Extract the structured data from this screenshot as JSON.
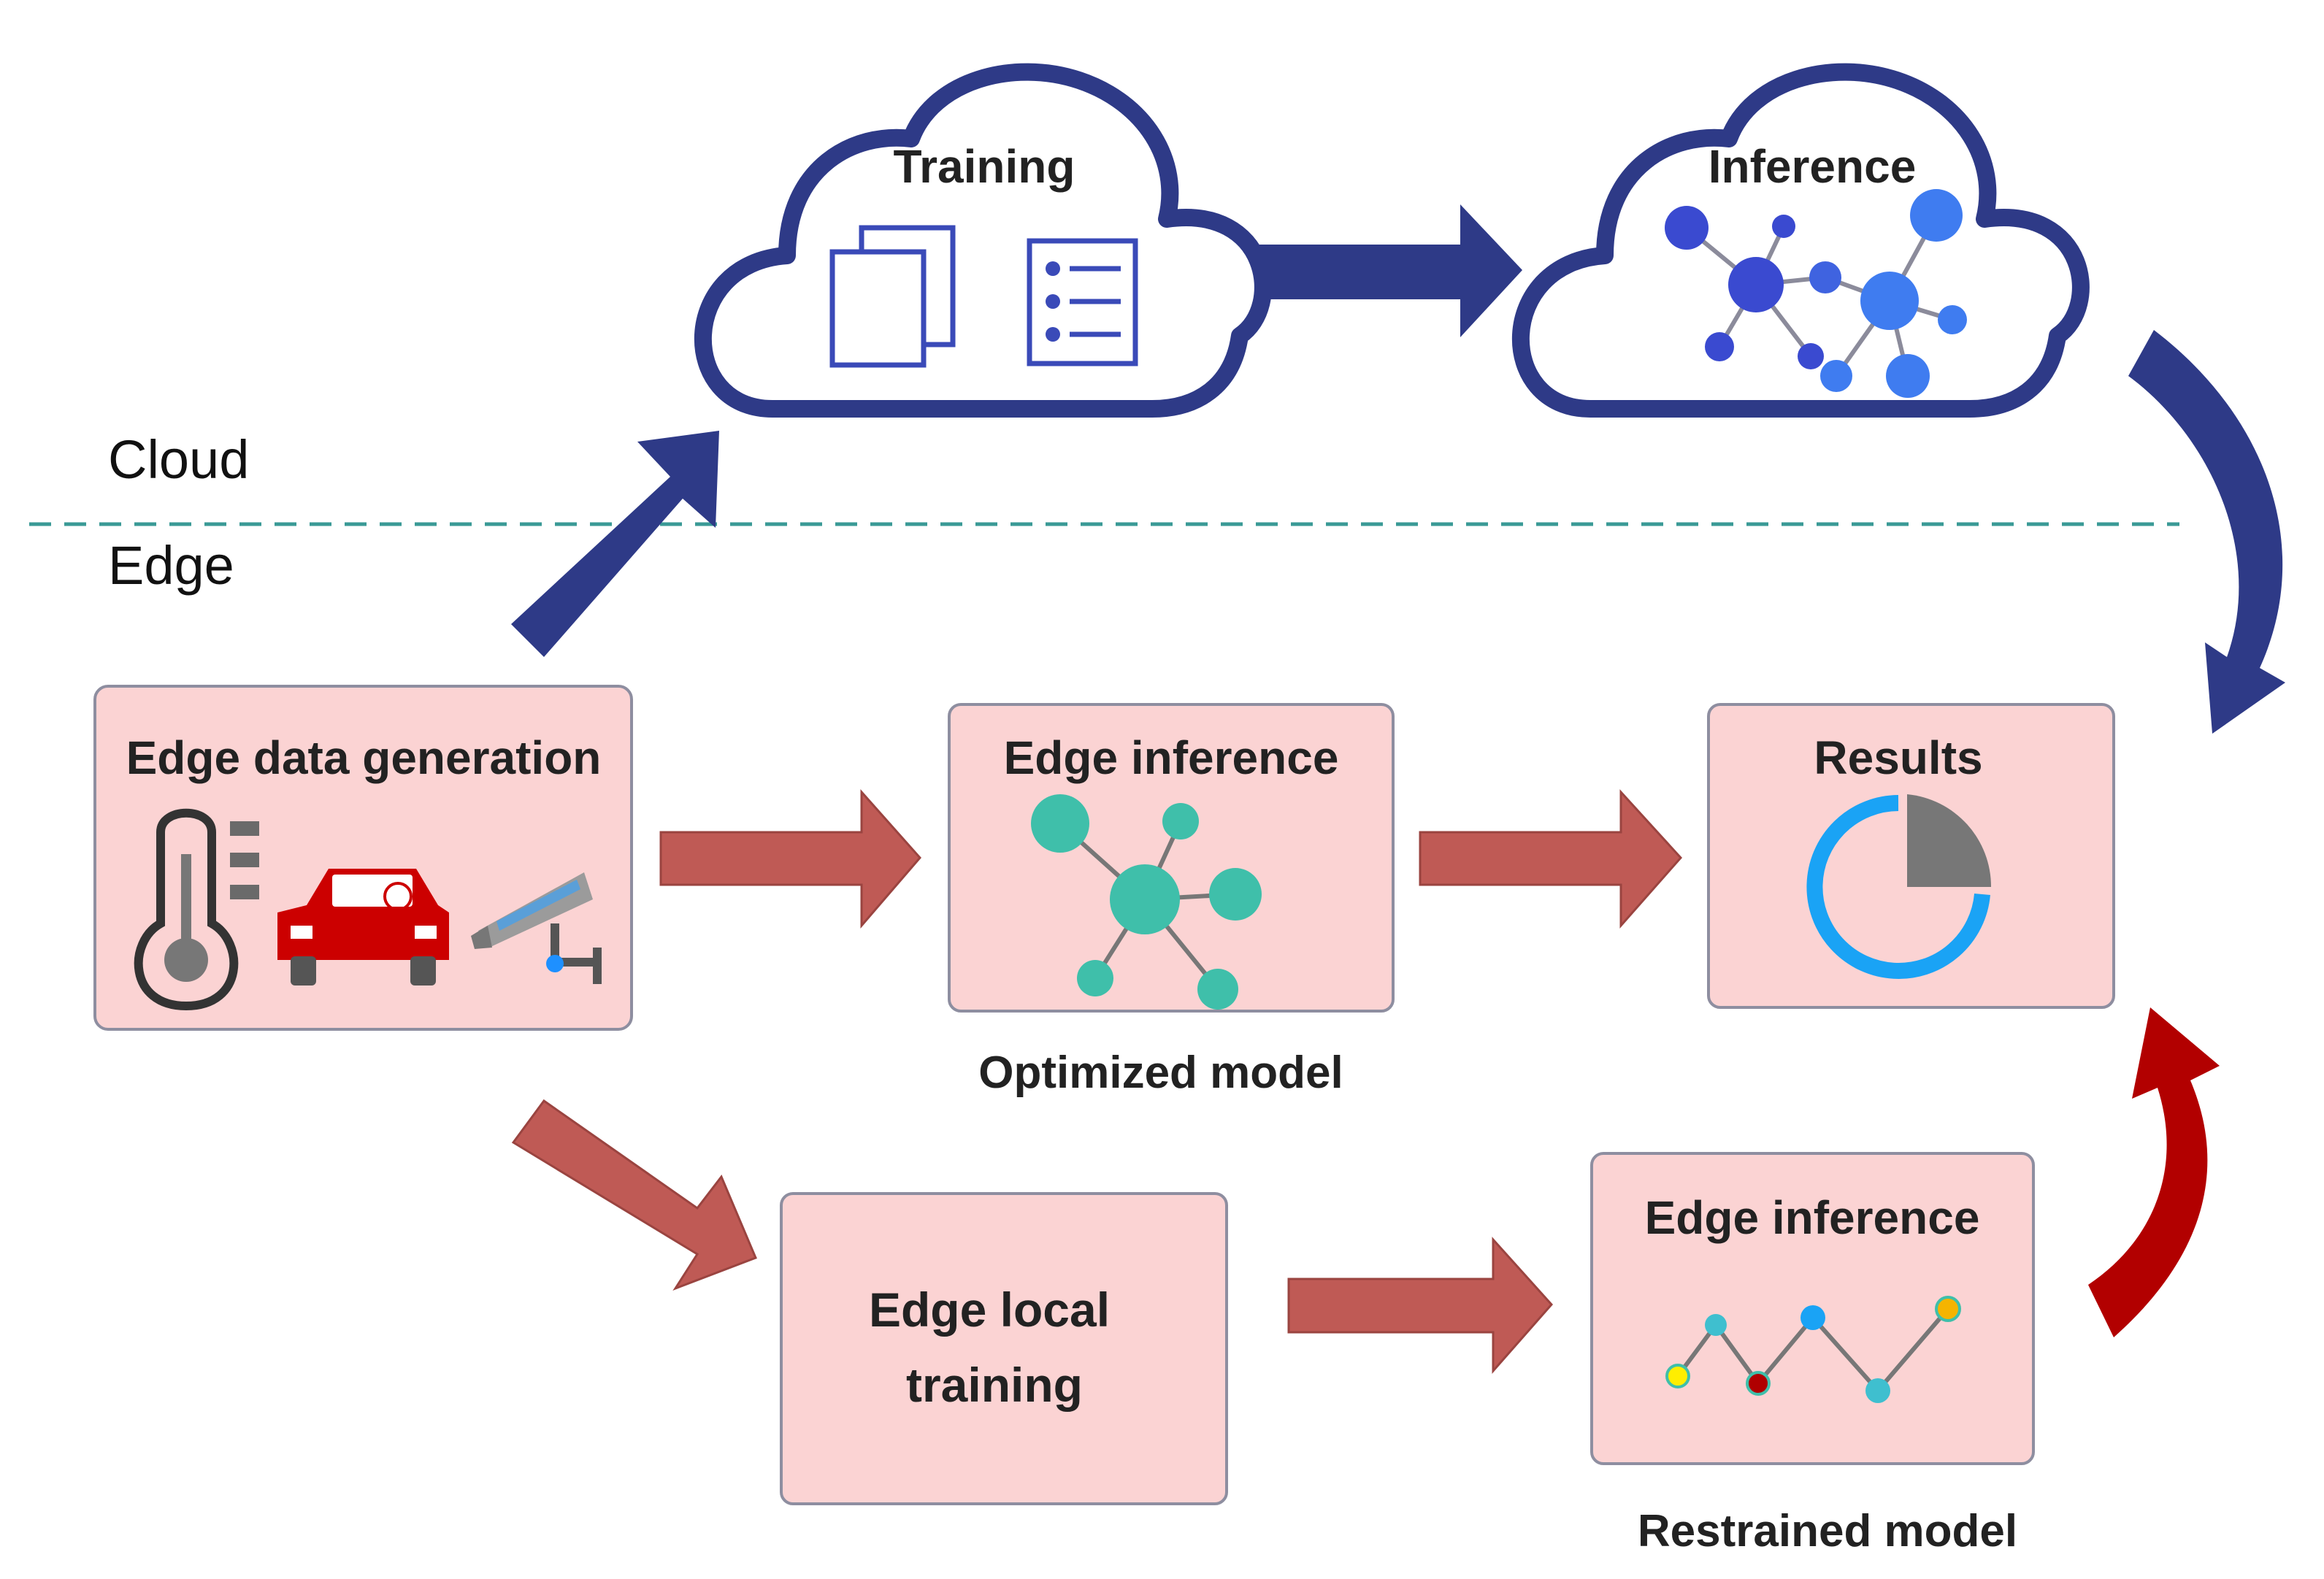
{
  "zones": {
    "cloud_label": "Cloud",
    "edge_label": "Edge"
  },
  "cloud": {
    "training_label": "Training",
    "inference_label": "Inference"
  },
  "boxes": {
    "edge_data_generation": "Edge data generation",
    "edge_inference_top": "Edge inference",
    "results": "Results",
    "edge_local_training_line1": "Edge local",
    "edge_local_training_line2": "training",
    "edge_inference_bottom": "Edge inference"
  },
  "captions": {
    "optimized_model": "Optimized model",
    "restrained_model": "Restrained model"
  },
  "colors": {
    "cloud_blue": "#2e3a87",
    "box_fill": "#fbd3d3",
    "box_stroke": "#8e8ea0",
    "edge_arrow": "#bf5a55",
    "red_curve": "#b20000",
    "teal": "#3fbfaa",
    "divider": "#3a9a96"
  }
}
